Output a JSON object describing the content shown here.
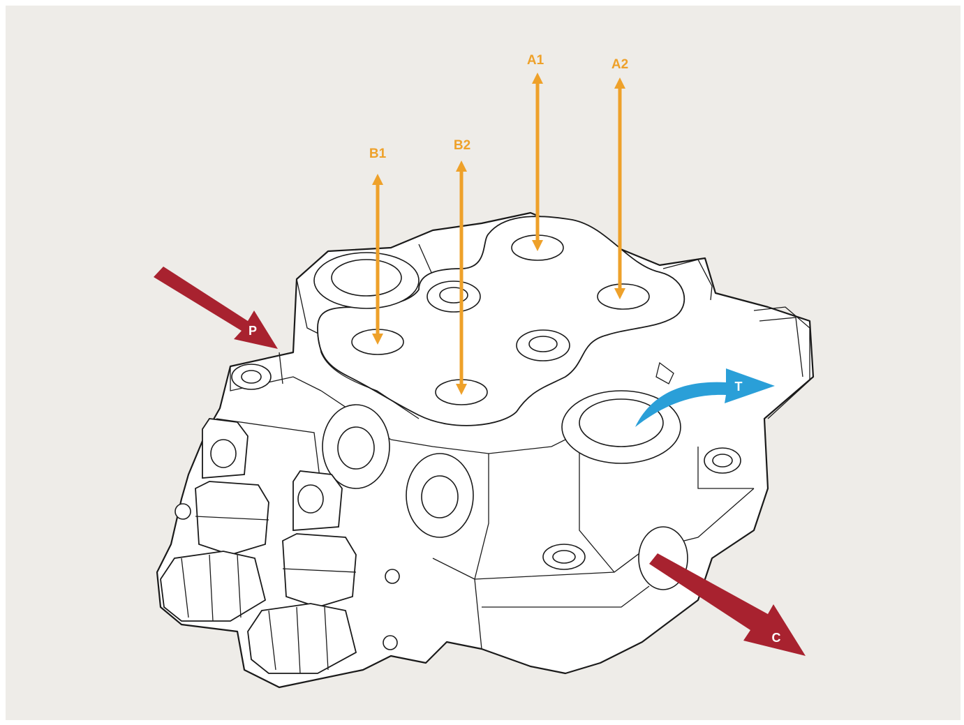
{
  "ports": {
    "a1": "A1",
    "a2": "A2",
    "b1": "B1",
    "b2": "B2",
    "p": "P",
    "t": "T",
    "c": "C"
  },
  "colors": {
    "background": "#eeece8",
    "work_port_arrows": "#eea12a",
    "pressure_arrows": "#a8222f",
    "tank_arrow": "#2a9fd8"
  },
  "icons": {
    "work_port_arrow": "double-headed-arrow",
    "inlet_outlet_arrow": "triangular-arrow",
    "tank_arrow": "curved-arrow"
  }
}
